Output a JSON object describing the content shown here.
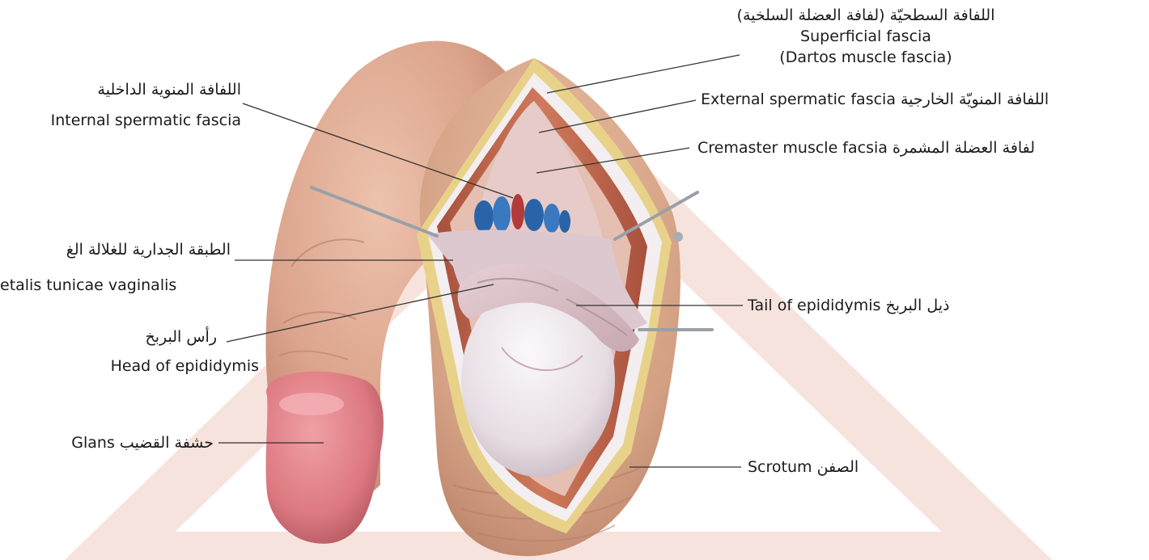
{
  "colors": {
    "watermark": "#f7e3dd",
    "skin": "#d9a088",
    "scrotum": "#d8a487",
    "fascia_yellow": "#e8d28a",
    "muscle": "#c06a50",
    "tunica": "#ddc8cf",
    "testis": "#ece6ea",
    "glans": "#e2828a",
    "vessel_blue": "#2a64a8",
    "vessel_red": "#b23a3a",
    "leader_line": "#333333"
  },
  "labels": {
    "superficial_ar": "اللفافة السطحيّة (لفافة العضلة السلخية)",
    "superficial_en": "Superficial fascia",
    "superficial_en2": "(Dartos muscle fascia)",
    "external": "External spermatic fascia اللفافة المنويّة الخارجية",
    "cremaster": "Cremaster muscle facsia لفافة العضلة المشمرة",
    "internal_ar": "اللفافة المنوية الداخلية",
    "internal_en": "Internal spermatic fascia",
    "parietal_ar": "الطبقة الجدارية للغلالة الغ",
    "parietal_en": "etalis tunicae vaginalis",
    "tail": "Tail of epididymis ذيل البربخ",
    "head_ar": "رأس البربخ",
    "head_en": "Head of epididymis",
    "glans": "Glans حشفة القضيب",
    "scrotum": "Scrotum الصفن"
  }
}
